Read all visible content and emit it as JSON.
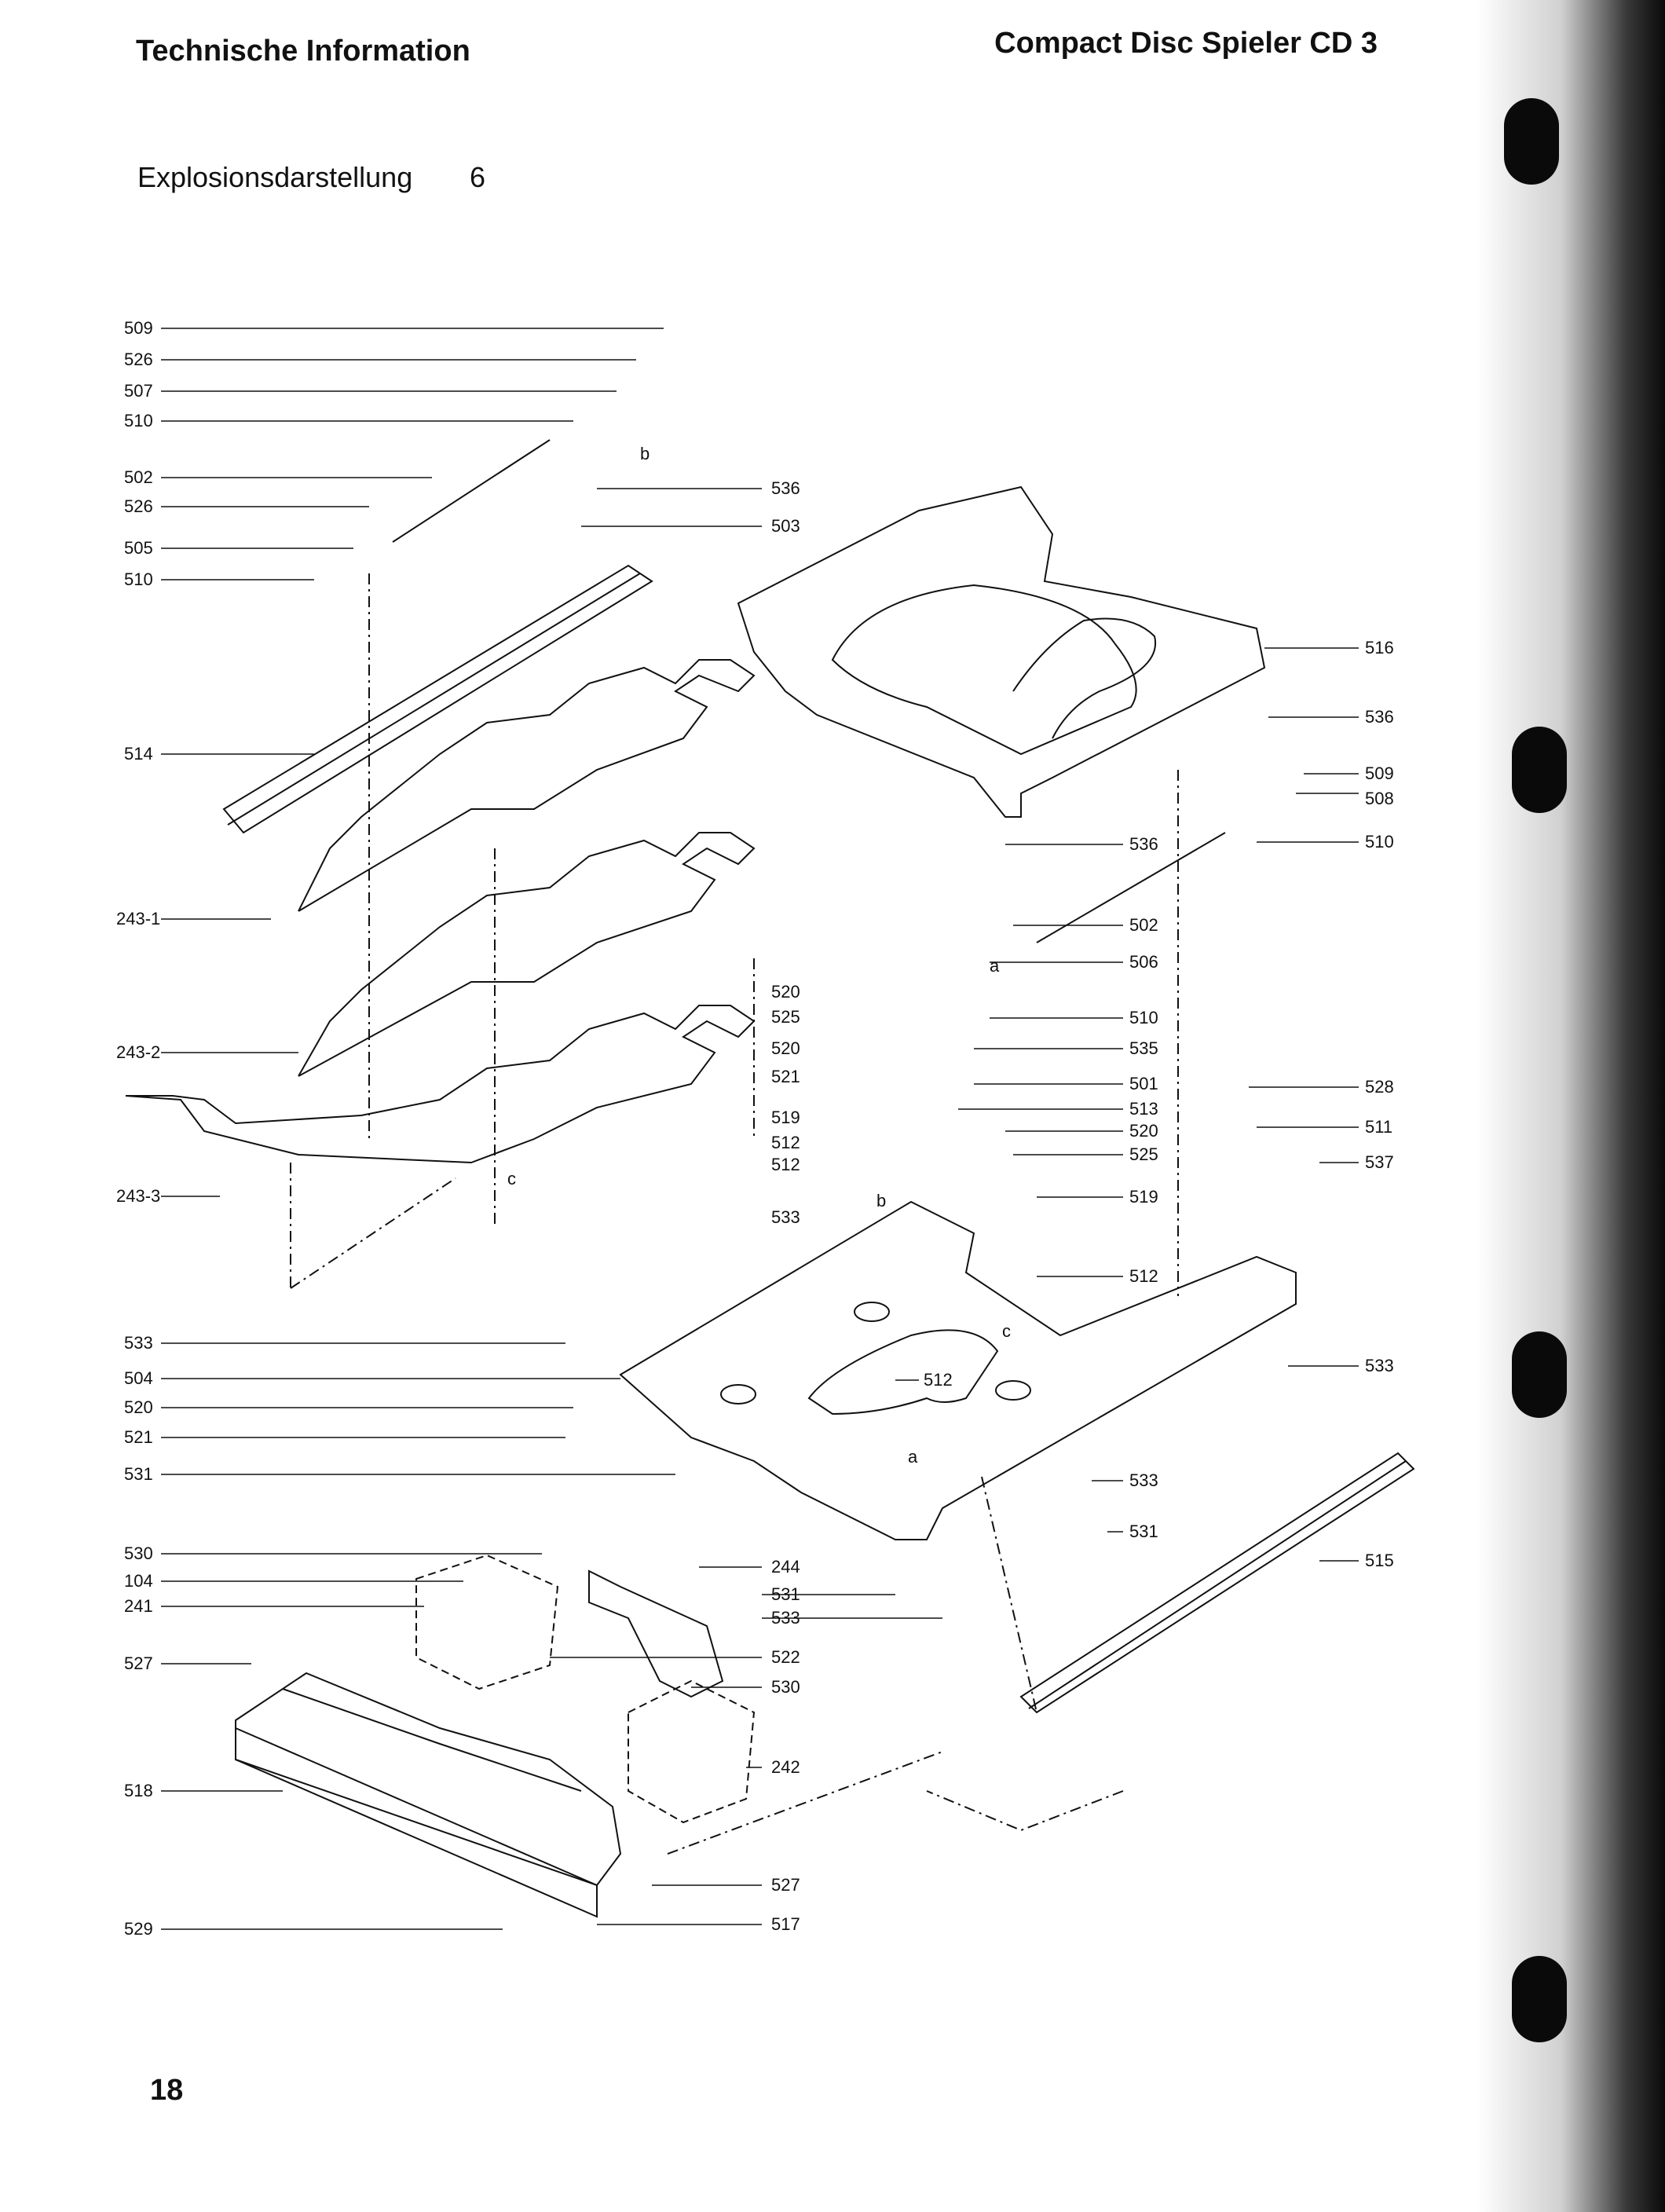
{
  "header": {
    "left_title": "Technische Information",
    "right_title": "Compact Disc Spieler CD 3"
  },
  "section": {
    "title": "Explosionsdarstellung",
    "number": "6"
  },
  "page_number": "18",
  "diagram": {
    "labels_left": [
      "509",
      "526",
      "507",
      "510",
      "502",
      "526",
      "505",
      "510",
      "514",
      "243-1",
      "243-2",
      "243-3",
      "533",
      "504",
      "520",
      "521",
      "531",
      "530",
      "104",
      "241",
      "527",
      "518",
      "529"
    ],
    "labels_right": [
      "536",
      "503",
      "516",
      "536",
      "509",
      "508",
      "510",
      "536",
      "502",
      "506",
      "510",
      "535",
      "501",
      "513",
      "520",
      "525",
      "519",
      "512",
      "528",
      "511",
      "537",
      "533",
      "533",
      "531",
      "515",
      "527",
      "517"
    ],
    "labels_center": [
      "520",
      "525",
      "520",
      "521",
      "519",
      "512",
      "512",
      "533",
      "512",
      "244",
      "531",
      "533",
      "522",
      "530",
      "242"
    ],
    "markers": [
      "b",
      "a",
      "b",
      "c",
      "a",
      "c"
    ]
  }
}
